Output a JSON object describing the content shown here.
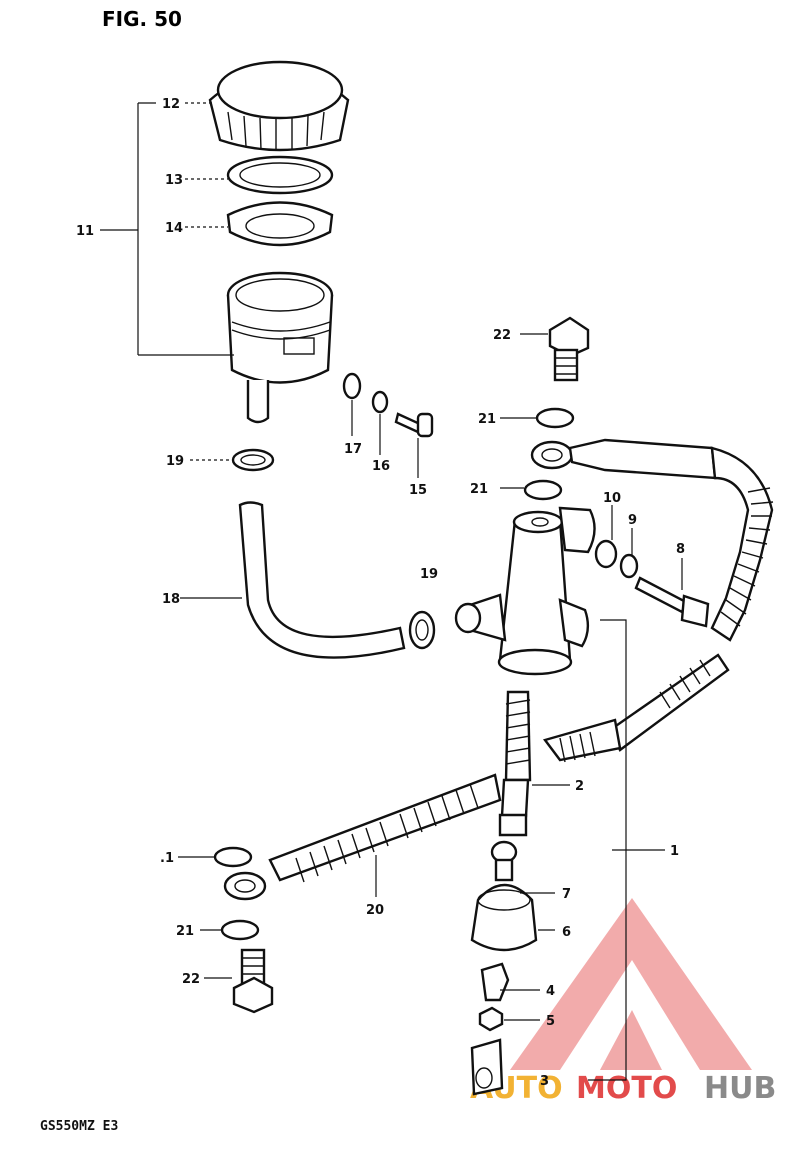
{
  "figure": {
    "title": "FIG. 50",
    "model": "GS550MZ  E3"
  },
  "callouts": {
    "c1": "1",
    "c2": "2",
    "c3": "3",
    "c4": "4",
    "c5": "5",
    "c6": "6",
    "c7": "7",
    "c8": "8",
    "c9": "9",
    "c10": "10",
    "c11": "11",
    "c12": "12",
    "c13": "13",
    "c14": "14",
    "c15": "15",
    "c16": "16",
    "c17": "17",
    "c18": "18",
    "c19a": "19",
    "c19b": "19",
    "c20": "20",
    "c21a": "21",
    "c21b": "21",
    "c21c": "21",
    "c21d": ".1",
    "c22a": "22",
    "c22b": "22"
  },
  "watermark": {
    "part1": "AUTO",
    "part2": "MOTO",
    "part3": "HUB",
    "colors": {
      "auto": "#f2b233",
      "moto": "#e24b4b",
      "hub": "#8a8a8a",
      "logo": "#e24b4b"
    }
  }
}
